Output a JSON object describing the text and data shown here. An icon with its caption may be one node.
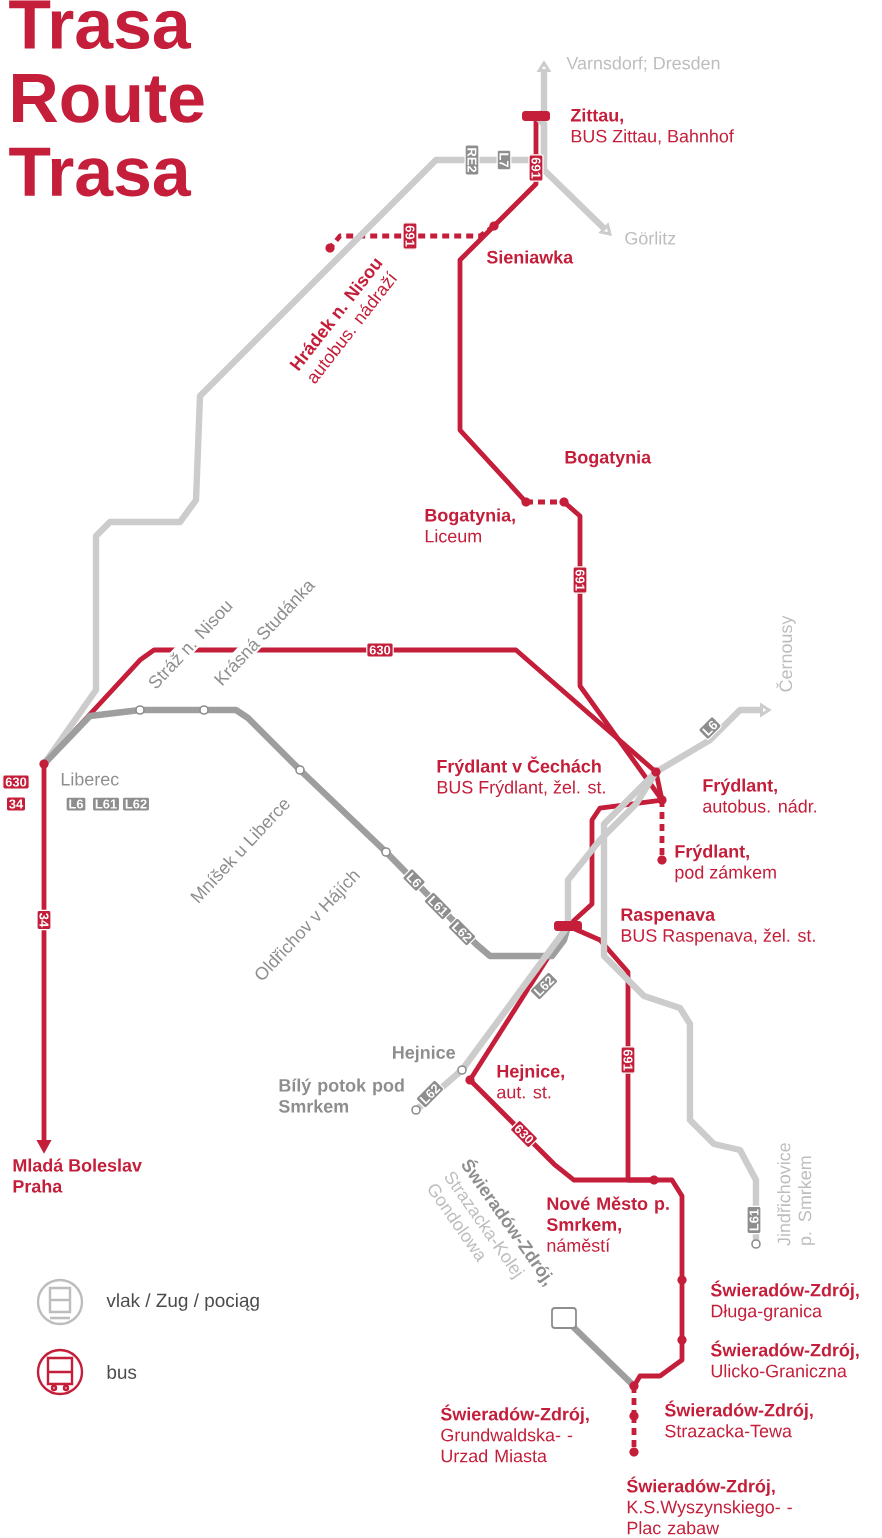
{
  "diagram": {
    "title": "Trasa Route Trasa",
    "nodes": [
      {
        "text": [
          "Zittau,",
          "BUS Zittau, Bahnhof"
        ]
      },
      {
        "text": [
          "Sieniawka"
        ]
      },
      {
        "text": [
          "Hrádek n. Nisou",
          "autobus. nádraží"
        ]
      },
      {
        "text": [
          "Bogatynia"
        ]
      },
      {
        "text": [
          "Bogatynia,",
          "Liceum"
        ]
      },
      {
        "text": [
          "Frýdlant v Čechách",
          "BUS Frýdlant, žel. st."
        ]
      },
      {
        "text": [
          "Frýdlant,",
          "autobus. nádr."
        ]
      },
      {
        "text": [
          "Frýdlant,",
          "pod zámkem"
        ]
      },
      {
        "text": [
          "Raspenava",
          "BUS Raspenava, žel. st."
        ]
      },
      {
        "text": [
          "Hejnice,",
          "aut. st."
        ]
      },
      {
        "text": [
          "Nové Město p. Smrkem,",
          "náměstí"
        ]
      },
      {
        "text": [
          "Świeradów-Zdrój,",
          "Długa-granica"
        ]
      },
      {
        "text": [
          "Świeradów-Zdrój,",
          "Ulicko-Graniczna"
        ]
      },
      {
        "text": [
          "Świeradów-Zdrój,",
          "Strazacka-Tewa"
        ]
      },
      {
        "text": [
          "Świeradów-Zdrój,",
          "Grundwaldska- -Urzad Miasta"
        ]
      },
      {
        "text": [
          "Świeradów-Zdrój,",
          "K.S.Wyszynskiego- -Plac zabaw"
        ]
      },
      {
        "text": [
          "Mladá Boleslav",
          "Praha"
        ]
      },
      {
        "text": [
          "Liberec"
        ]
      },
      {
        "text": [
          "Varnsdorf; Dresden"
        ]
      },
      {
        "text": [
          "Görlitz"
        ]
      },
      {
        "text": [
          "Černousy"
        ]
      },
      {
        "text": [
          "Jindřichovice p. Smrkem"
        ]
      },
      {
        "text": [
          "Stráž n. Nisou"
        ]
      },
      {
        "text": [
          "Krásná Studánka"
        ]
      },
      {
        "text": [
          "Mníšek u Liberce"
        ]
      },
      {
        "text": [
          "Oldřichov v Hájích"
        ]
      },
      {
        "text": [
          "Hejnice"
        ]
      },
      {
        "text": [
          "Bílý potok pod Smrkem"
        ]
      },
      {
        "text": [
          "Świeradów-Zdrój,",
          "Strazacka-Kolej Gondolowa"
        ]
      }
    ],
    "edges": [
      {
        "from": 0,
        "to": 1,
        "arrow": "none",
        "label": "691"
      },
      {
        "from": 1,
        "to": 2,
        "arrow": "none",
        "label": "691",
        "style": "dashed"
      },
      {
        "from": 1,
        "to": 4,
        "arrow": "none"
      },
      {
        "from": 4,
        "to": 3,
        "arrow": "none",
        "style": "dashed"
      },
      {
        "from": 3,
        "to": 6,
        "arrow": "none",
        "label": "691"
      },
      {
        "from": 17,
        "to": 5,
        "arrow": "none",
        "label": "630"
      },
      {
        "from": 5,
        "to": 6,
        "arrow": "none"
      },
      {
        "from": 6,
        "to": 8,
        "arrow": "none"
      },
      {
        "from": 6,
        "to": 7,
        "arrow": "none",
        "style": "dashed"
      },
      {
        "from": 8,
        "to": 9,
        "arrow": "none"
      },
      {
        "from": 8,
        "to": 10,
        "arrow": "none",
        "label": "691"
      },
      {
        "from": 9,
        "to": 10,
        "arrow": "none",
        "label": "630"
      },
      {
        "from": 10,
        "to": 11,
        "arrow": "none"
      },
      {
        "from": 11,
        "to": 12,
        "arrow": "none"
      },
      {
        "from": 12,
        "to": 14,
        "arrow": "none"
      },
      {
        "from": 14,
        "to": 13,
        "arrow": "none",
        "style": "dashed"
      },
      {
        "from": 13,
        "to": 15,
        "arrow": "none",
        "style": "dashed"
      },
      {
        "from": 17,
        "to": 16,
        "arrow": "to",
        "label": "34"
      },
      {
        "from": 0,
        "to": 18,
        "arrow": "to",
        "color": "#cccccc"
      },
      {
        "from": 0,
        "to": 19,
        "arrow": "to",
        "color": "#cccccc"
      },
      {
        "from": 0,
        "to": 17,
        "arrow": "none",
        "color": "#cccccc"
      },
      {
        "from": 17,
        "to": 22,
        "arrow": "none",
        "color": "#9e9e9e"
      },
      {
        "from": 22,
        "to": 23,
        "arrow": "none",
        "color": "#9e9e9e"
      },
      {
        "from": 23,
        "to": 24,
        "arrow": "none",
        "color": "#9e9e9e"
      },
      {
        "from": 24,
        "to": 25,
        "arrow": "none",
        "color": "#9e9e9e"
      },
      {
        "from": 25,
        "to": 8,
        "arrow": "none",
        "color": "#9e9e9e"
      },
      {
        "from": 8,
        "to": 5,
        "arrow": "none",
        "color": "#cccccc"
      },
      {
        "from": 5,
        "to": 20,
        "arrow": "to",
        "color": "#cccccc"
      },
      {
        "from": 5,
        "to": 21,
        "arrow": "none",
        "color": "#cccccc"
      },
      {
        "from": 8,
        "to": 26,
        "arrow": "none",
        "color": "#cccccc"
      },
      {
        "from": 26,
        "to": 27,
        "arrow": "none",
        "color": "#cccccc"
      },
      {
        "from": 28,
        "to": 14,
        "arrow": "none",
        "color": "#9e9e9e"
      }
    ],
    "labels": [
      "RE2",
      "L7",
      "L6",
      "630",
      "34",
      "L6",
      "L61",
      "L62",
      "L6",
      "L61",
      "L62",
      "L62",
      "L62",
      "L61"
    ],
    "legend": [
      {
        "text": "vlak / Zug / pociąg"
      },
      {
        "text": "bus"
      }
    ]
  }
}
